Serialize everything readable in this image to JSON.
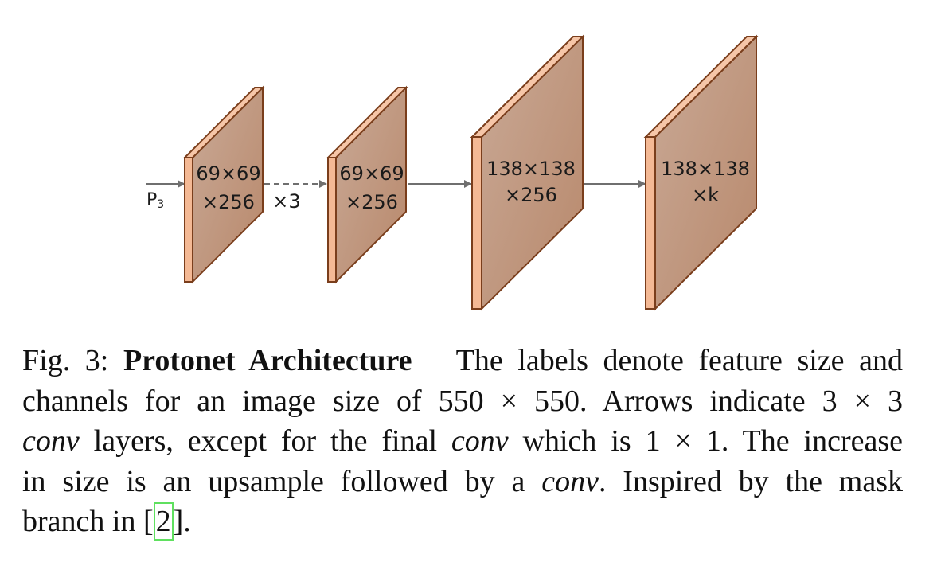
{
  "figure": {
    "input_label": "P",
    "input_subscript": "3",
    "repeat_label": "×3",
    "layers": [
      {
        "line1": "69×69",
        "line2": "×256"
      },
      {
        "line1": "69×69",
        "line2": "×256"
      },
      {
        "line1": "138×138",
        "line2": "×256"
      },
      {
        "line1": "138×138",
        "line2": "×k"
      }
    ],
    "colors": {
      "front_face": "#f4b995",
      "side_face": "#c79a82",
      "side_face_light": "#b98a70",
      "edge": "#7a3e1c",
      "arrow": "#6f6f6f"
    }
  },
  "caption": {
    "fig_label": "Fig. 3:",
    "title": "Protonet Architecture",
    "line1_rest": "The labels denote feature size and",
    "line2": "channels for an image size of 550 × 550. Arrows indicate 3 × 3",
    "line3_conv": "conv",
    "line3_mid": " layers, except for the final ",
    "line3_conv2": "conv",
    "line3_end": " which is 1 × 1. The increase",
    "line4_start": "in size is an upsample followed by a ",
    "line4_conv": "conv",
    "line4_end": ". Inspired by the mask",
    "line5_start": "branch in [",
    "ref": "2",
    "line5_end": "]."
  }
}
